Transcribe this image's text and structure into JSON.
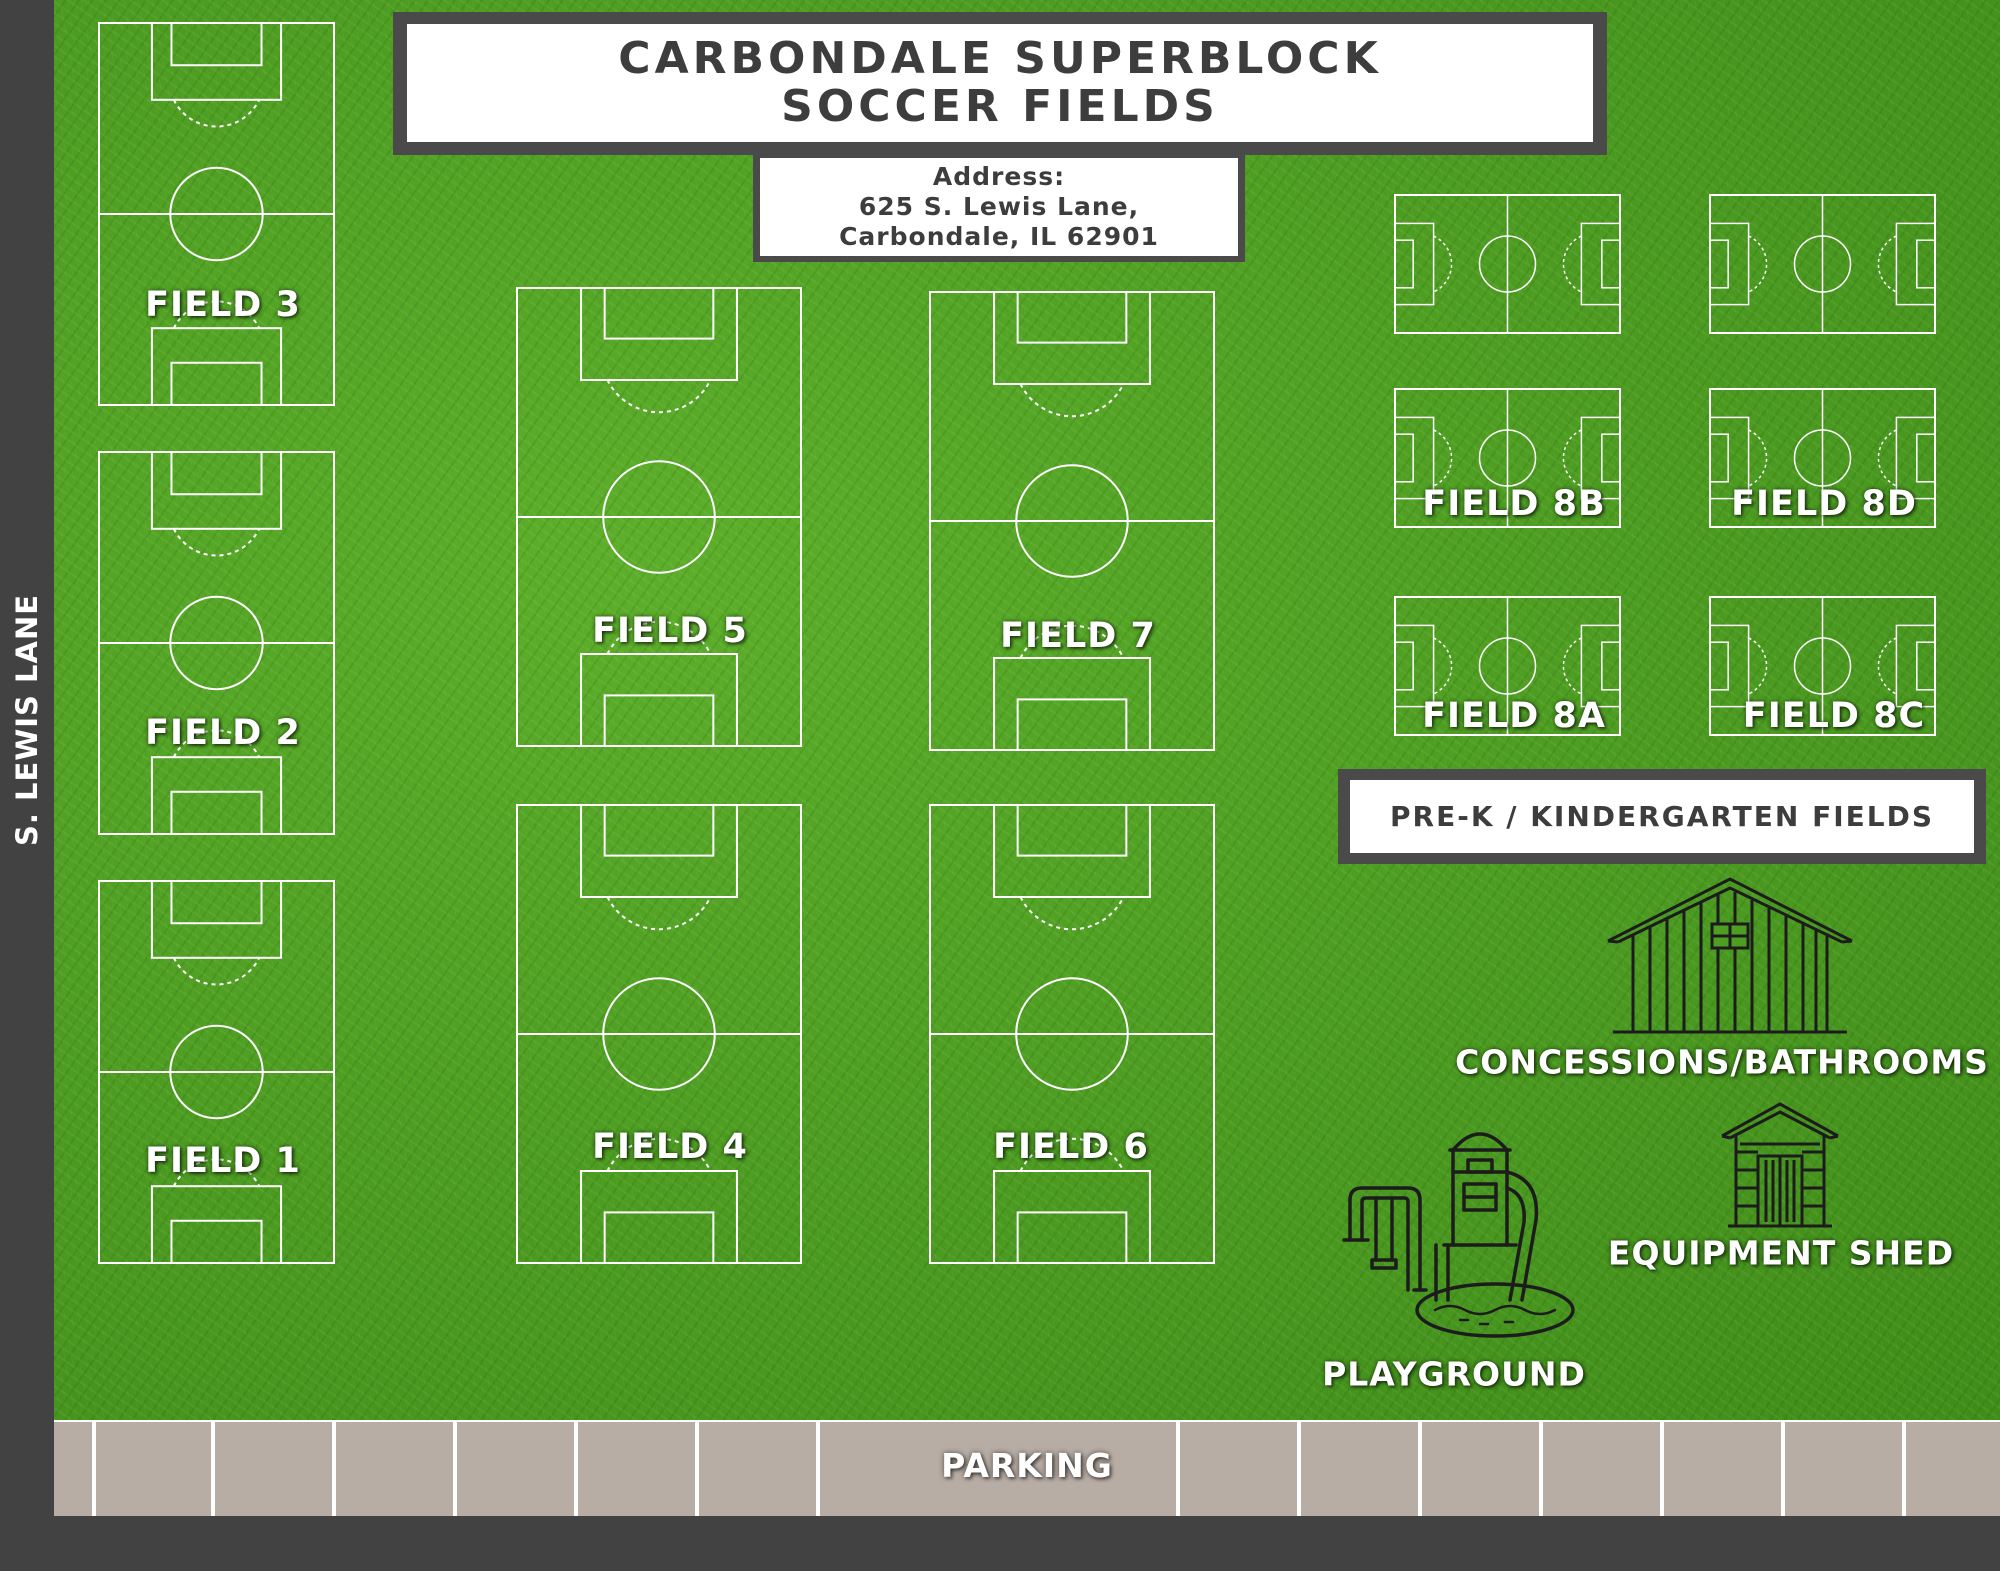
{
  "title": {
    "line1": "CARBONDALE SUPERBLOCK",
    "line2": "SOCCER FIELDS"
  },
  "address": {
    "heading": "Address:",
    "line1": "625 S. Lewis Lane,",
    "line2": "Carbondale, IL 62901"
  },
  "street": "S. LEWIS LANE",
  "parking": "PARKING",
  "prek": "PRE-K / KINDERGARTEN FIELDS",
  "fields": {
    "f1": "FIELD 1",
    "f2": "FIELD 2",
    "f3": "FIELD 3",
    "f4": "FIELD 4",
    "f5": "FIELD 5",
    "f6": "FIELD 6",
    "f7": "FIELD 7",
    "f8a": "FIELD 8A",
    "f8b": "FIELD 8B",
    "f8c": "FIELD 8C",
    "f8d": "FIELD 8D"
  },
  "facilities": {
    "concessions": "CONCESSIONS/BATHROOMS",
    "shed": "EQUIPMENT SHED",
    "playground": "PLAYGROUND"
  },
  "colors": {
    "road": "#424242",
    "grass": "#4e9e22",
    "parking": "#b8ada4",
    "box_border": "#4a4a4a",
    "box_text": "#3d3d3d",
    "line": "#ffffff"
  }
}
